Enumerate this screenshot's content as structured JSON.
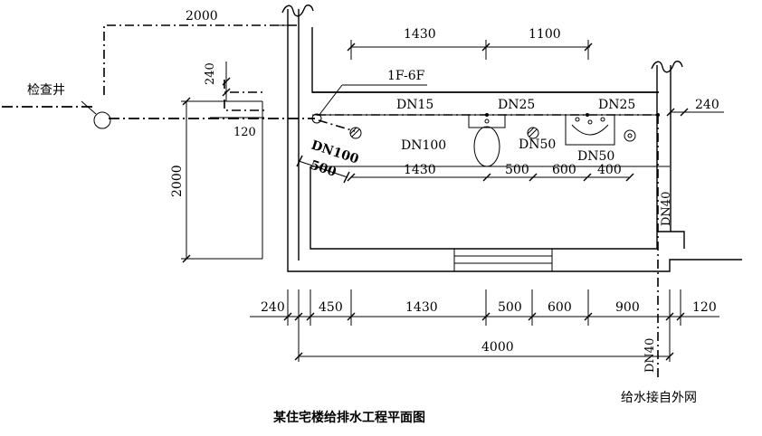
{
  "title": "某住宅楼给排水工程平面图",
  "labels": {
    "inspection_well": "检查井",
    "floor_range": "1F-6F",
    "water_supply_note": "给水接自外网"
  },
  "pipes": {
    "dn15": "DN15",
    "dn25_a": "DN25",
    "dn25_b": "DN25",
    "dn100_a": "DN100",
    "dn100_b": "DN100",
    "dn50_a": "DN50",
    "dn50_b": "DN50",
    "dn40_a": "DN40",
    "dn40_b": "DN40"
  },
  "dimensions": {
    "d2000_top": "2000",
    "d240_v": "240",
    "d120_a": "120",
    "d2000_left": "2000",
    "d500_diag": "500",
    "d1430_top": "1430",
    "d1100_top": "1100",
    "d240_right": "240",
    "d1430_mid": "1430",
    "d500_mid": "500",
    "d600_mid": "600",
    "d400_mid": "400",
    "d240_bot": "240",
    "d450_bot": "450",
    "d1430_bot": "1430",
    "d500_bot": "500",
    "d600_bot": "600",
    "d900_bot": "900",
    "d120_bot": "120",
    "d4000_bot": "4000"
  }
}
